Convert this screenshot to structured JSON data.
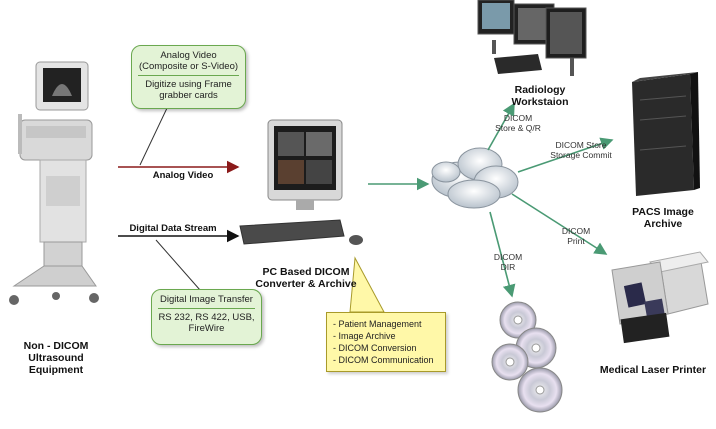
{
  "equipment": {
    "ultrasound_label": [
      "Non - DICOM",
      "Ultrasound",
      "Equipment"
    ],
    "pc_label": [
      "PC Based DICOM",
      "Converter & Archive"
    ],
    "workstation_label": [
      "Radiology",
      "Workstaion"
    ],
    "pacs_label": [
      "PACS Image",
      "Archive"
    ],
    "printer_label": "Medical Laser Printer"
  },
  "analog_box": {
    "top": [
      "Analog Video",
      "(Composite or S-Video)"
    ],
    "bottom": [
      "Digitize using Frame",
      "grabber cards"
    ]
  },
  "digital_box": {
    "top": "Digital Image Transfer",
    "bottom": [
      "RS 232, RS 422, USB,",
      "FireWire"
    ]
  },
  "arrows": {
    "analog": "Analog Video",
    "digital": "Digital Data Stream",
    "dicom_store_qr": [
      "DICOM",
      "Store & Q/R"
    ],
    "dicom_store_commit": [
      "DICOM Store",
      "Storage Commit"
    ],
    "dicom_print": [
      "DICOM",
      "Print"
    ],
    "dicom_dir": [
      "DICOM",
      "DIR"
    ]
  },
  "notes": {
    "items": [
      "- Patient Management",
      "- Image Archive",
      "- DICOM Conversion",
      "- DICOM Communication"
    ]
  },
  "colors": {
    "analog_arrow": "#8b1a1a",
    "digital_arrow": "#111111",
    "network_arrow": "#4a9a74",
    "box_fill": "#e3f3d6",
    "box_border": "#6aa84f",
    "note_fill": "#fff8a8"
  }
}
